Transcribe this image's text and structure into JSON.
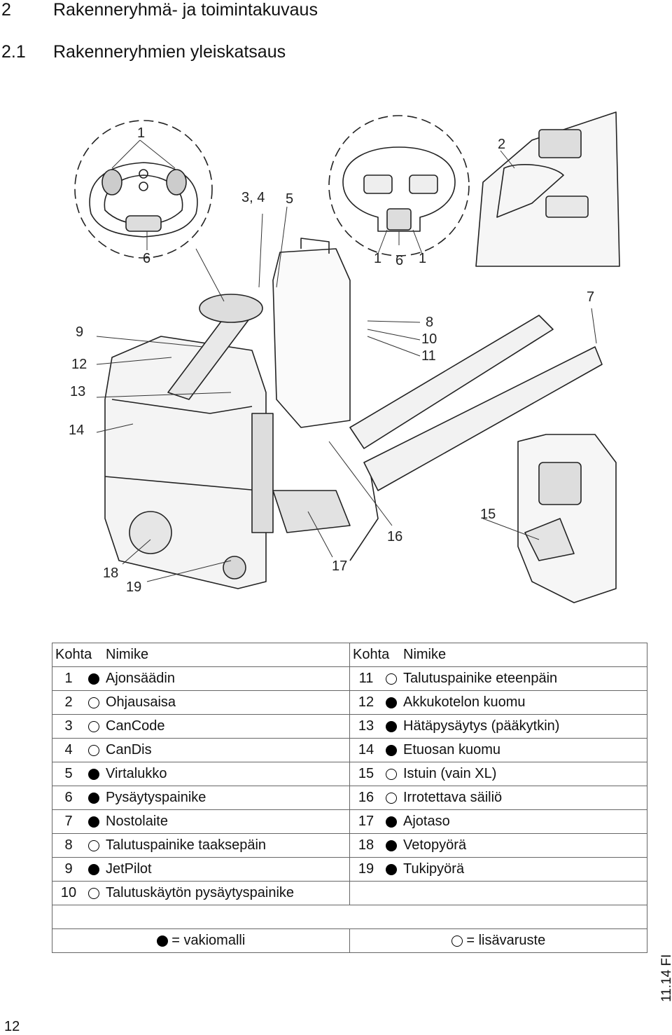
{
  "heading": {
    "number": "2",
    "title": "Rakenneryhmä- ja toimintakuvaus"
  },
  "subheading": {
    "number": "2.1",
    "title": "Rakenneryhmien yleiskatsaus"
  },
  "figure": {
    "callouts": {
      "c1_top": "1",
      "c2": "2",
      "c34": "3, 4",
      "c5": "5",
      "c6_left": "6",
      "c1_bl": "1",
      "c6_mid": "6",
      "c1_br": "1",
      "c7": "7",
      "c9": "9",
      "c12": "12",
      "c13": "13",
      "c14": "14",
      "c8": "8",
      "c10": "10",
      "c11": "11",
      "c15": "15",
      "c16": "16",
      "c17": "17",
      "c18": "18",
      "c19": "19"
    }
  },
  "table": {
    "headers": {
      "left_k": "Kohta",
      "left_n": "Nimike",
      "right_k": "Kohta",
      "right_n": "Nimike"
    },
    "rows": [
      {
        "k1": "1",
        "s1": "standard",
        "n1": "Ajonsäädin",
        "k2": "11",
        "s2": "optional",
        "n2": "Talutuspainike eteenpäin"
      },
      {
        "k1": "2",
        "s1": "optional",
        "n1": "Ohjausaisa",
        "k2": "12",
        "s2": "standard",
        "n2": "Akkukotelon kuomu"
      },
      {
        "k1": "3",
        "s1": "optional",
        "n1": "CanCode",
        "k2": "13",
        "s2": "standard",
        "n2": "Hätäpysäytys (pääkytkin)"
      },
      {
        "k1": "4",
        "s1": "optional",
        "n1": "CanDis",
        "k2": "14",
        "s2": "standard",
        "n2": "Etuosan kuomu"
      },
      {
        "k1": "5",
        "s1": "standard",
        "n1": "Virtalukko",
        "k2": "15",
        "s2": "optional",
        "n2": "Istuin (vain XL)"
      },
      {
        "k1": "6",
        "s1": "standard",
        "n1": "Pysäytyspainike",
        "k2": "16",
        "s2": "optional",
        "n2": "Irrotettava säiliö"
      },
      {
        "k1": "7",
        "s1": "standard",
        "n1": "Nostolaite",
        "k2": "17",
        "s2": "standard",
        "n2": "Ajotaso"
      },
      {
        "k1": "8",
        "s1": "optional",
        "n1": "Talutuspainike taaksepäin",
        "k2": "18",
        "s2": "standard",
        "n2": "Vetopyörä"
      },
      {
        "k1": "9",
        "s1": "standard",
        "n1": "JetPilot",
        "k2": "19",
        "s2": "standard",
        "n2": "Tukipyörä"
      },
      {
        "k1": "10",
        "s1": "optional",
        "n1": "Talutuskäytön pysäytyspainike",
        "k2": "",
        "s2": "",
        "n2": ""
      }
    ],
    "legend": {
      "standard": "= vakiomalli",
      "optional": "= lisävaruste"
    }
  },
  "footer": {
    "page_number": "12",
    "edition": "11.14 FI"
  }
}
